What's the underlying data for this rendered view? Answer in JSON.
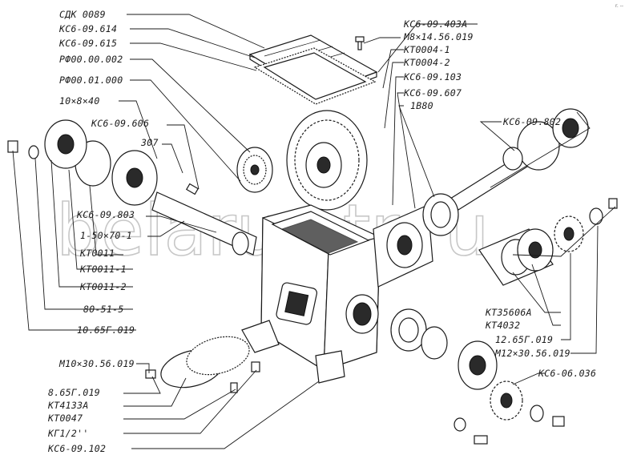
{
  "watermark": "belarus-tr.ru",
  "corner_mark": "r. --",
  "labels": {
    "sdk0089": "СДК 0089",
    "ks6_09_614": "КС6-09.614",
    "ks6_09_615": "КС6-09.615",
    "rf00_00_002": "РФ00.00.002",
    "rf00_01_000": "РФ00.01.000",
    "size10x8x40": "10×8×40",
    "ks6_09_606": "КС6-09.606",
    "b307": "307",
    "ks6_09_803": "КС6-09.803",
    "n1_50x70_1": "1-50×70-1",
    "kt0011": "КТ0011",
    "kt0011_1": "КТ0011-1",
    "kt0011_2": "КТ0011-2",
    "n80_51_5": "80-51-5",
    "n10_65g019": "10.65Г.019",
    "m10x30": "М10×30.56.019",
    "n8_65g019": "8.65Г.019",
    "kt4133a": "КТ4133А",
    "kt0047": "КТ0047",
    "kg1_2": "КГ1/2''",
    "ks6_09_102": "КС6-09.102",
    "ks6_09_403a": "КС6-09.403А",
    "m8x14": "М8×14.56.019",
    "kt0004_1": "КТ0004-1",
    "kt0004_2": "КТ0004-2",
    "ks6_09_103": "КС6-09.103",
    "ks6_09_607": "КС6-09.607",
    "n1b80": "1В80",
    "ks6_09_802": "КС6-09.802",
    "kt35606a": "КТ35606А",
    "kt4032": "КТ4032",
    "n12_65g019": "12.65Г.019",
    "m12x30": "М12×30.56.019",
    "ks6_06_036": "КС6-06.036"
  }
}
